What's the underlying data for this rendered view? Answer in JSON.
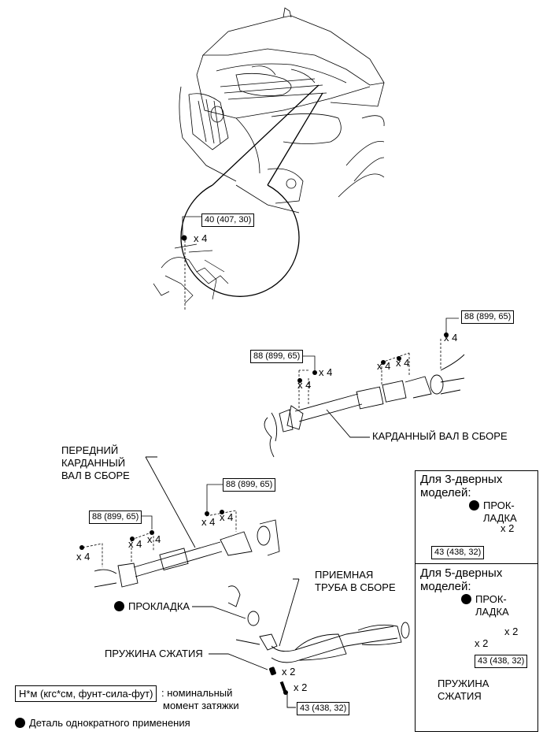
{
  "diagram": {
    "detail_callout": {
      "torque": "40 (407, 30)",
      "qty": "x 4"
    },
    "propeller_shaft": {
      "label": "КАРДАННЫЙ ВАЛ В СБОРЕ",
      "torque_front": "88 (899, 65)",
      "torque_rear": "88 (899, 65)",
      "qty_front_a": "x 4",
      "qty_front_b": "x 4",
      "qty_mid_a": "x 4",
      "qty_mid_b": "x 4",
      "qty_rear": "x 4"
    },
    "front_propeller_shaft": {
      "label_lines": [
        "ПЕРЕДНИЙ",
        "КАРДАННЫЙ",
        "ВАЛ В СБОРЕ"
      ],
      "torque_front": "88 (899, 65)",
      "torque_rear": "88 (899, 65)",
      "qty_a": "x 4",
      "qty_b": "x 4",
      "qty_c": "x 4",
      "qty_d": "x 4",
      "qty_e": "x 4"
    },
    "exhaust": {
      "gasket_label": "ПРОКЛАДКА",
      "front_pipe_label_lines": [
        "ПРИЕМНАЯ",
        "ТРУБА В СБОРЕ"
      ],
      "spring_label": "ПРУЖИНА СЖАТИЯ",
      "qty_spring": "x 2",
      "qty_bolt": "x 2",
      "torque": "43 (438, 32)"
    },
    "panel_3door": {
      "title_lines": [
        "Для 3-дверных",
        "моделей:"
      ],
      "gasket_lines": [
        "ПРОК-",
        "ЛАДКА"
      ],
      "qty": "x 2",
      "torque": "43 (438, 32)"
    },
    "panel_5door": {
      "title_lines": [
        "Для 5-дверных",
        "моделей:"
      ],
      "gasket_lines": [
        "ПРОК-",
        "ЛАДКА"
      ],
      "qty_bolt": "x 2",
      "qty_spring": "x 2",
      "torque": "43 (438, 32)",
      "spring_lines": [
        "ПРУЖИНА",
        "СЖАТИЯ"
      ]
    },
    "legend": {
      "torque_unit": "Н*м (кгс*см, фунт-сила-фут)",
      "torque_desc_lines": [
        ": номинальный",
        "момент затяжки"
      ],
      "non_reusable": "Деталь однократного применения"
    }
  }
}
